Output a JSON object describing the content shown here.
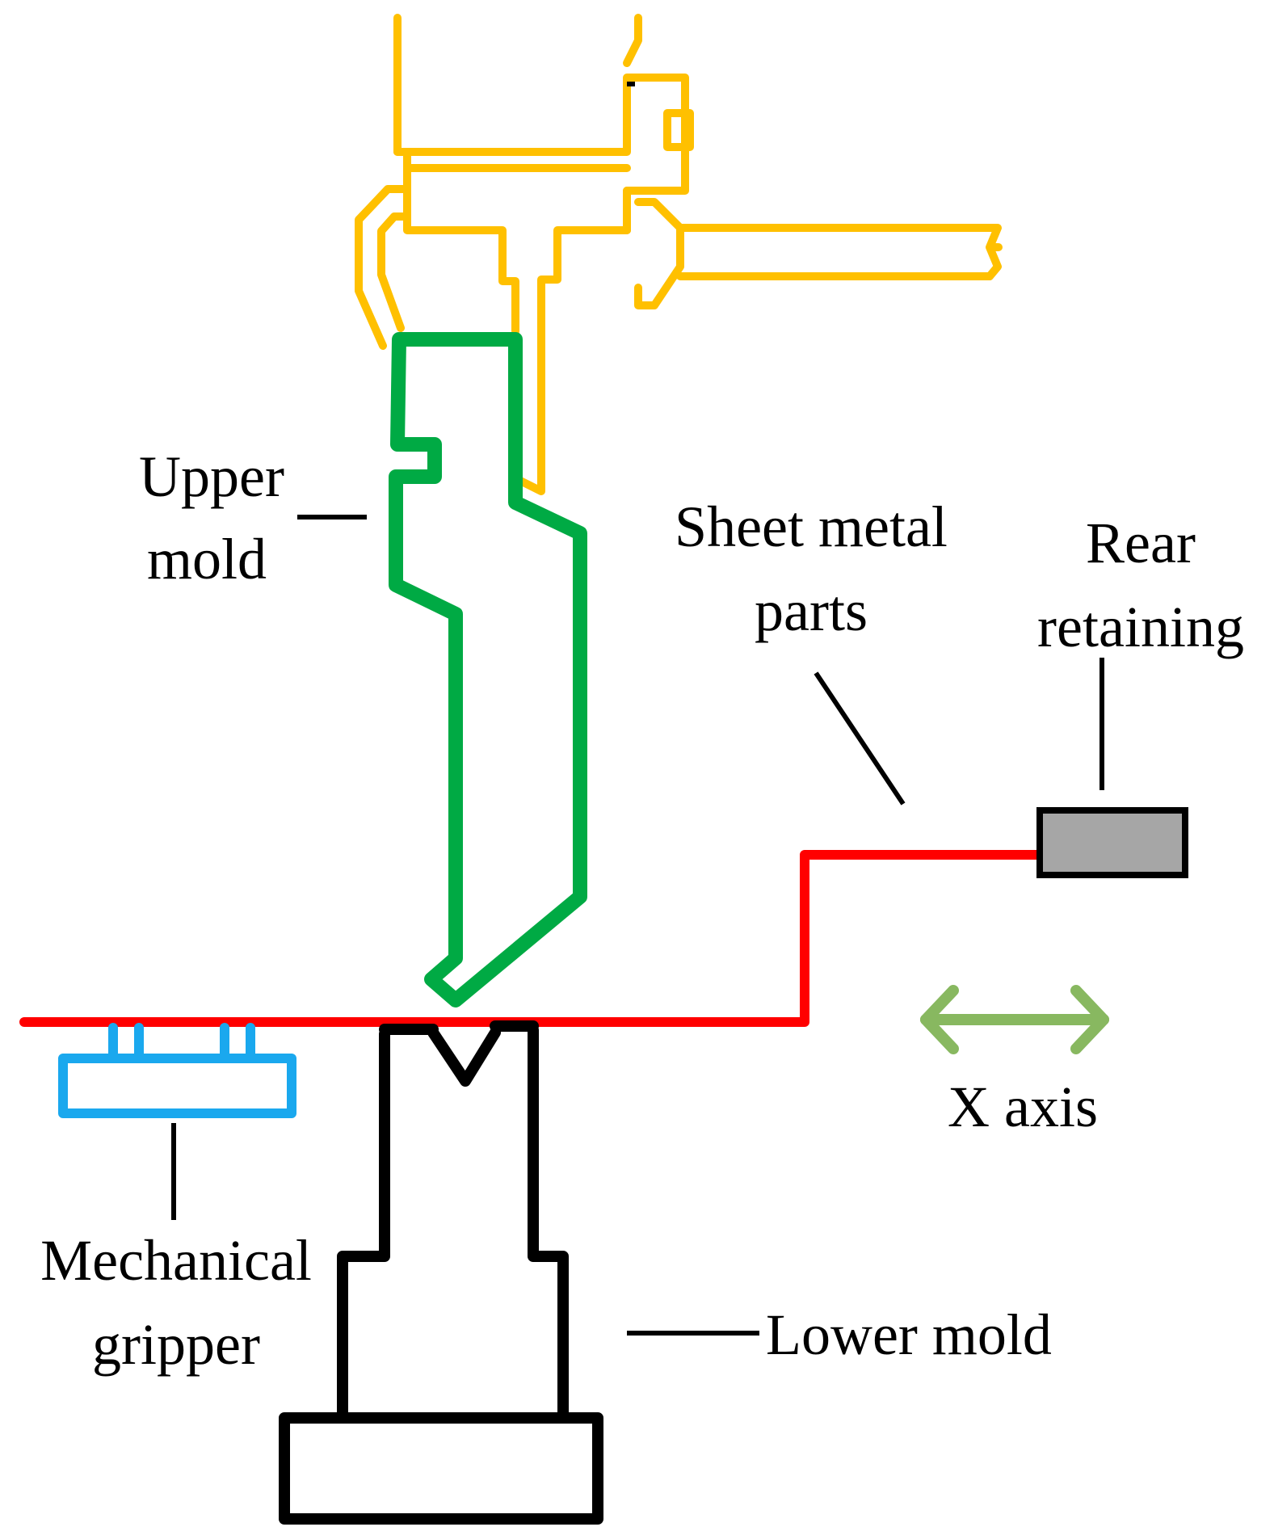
{
  "labels": {
    "upper_mold": [
      "Upper",
      "mold"
    ],
    "sheet_metal": [
      "Sheet metal",
      "parts"
    ],
    "rear_retaining": [
      "Rear",
      "retaining"
    ],
    "x_axis": "X axis",
    "mechanical_gripper": [
      "Mechanical",
      "gripper"
    ],
    "lower_mold": "Lower mold"
  },
  "colors": {
    "upper_mold": "#00aa44",
    "press_frame": "#ffc000",
    "sheet_metal": "#ff0000",
    "gripper": "#1aa8ee",
    "lower_mold": "#000000",
    "x_axis_arrow": "#88b860",
    "rear_block_fill": "#a6a6a6"
  }
}
